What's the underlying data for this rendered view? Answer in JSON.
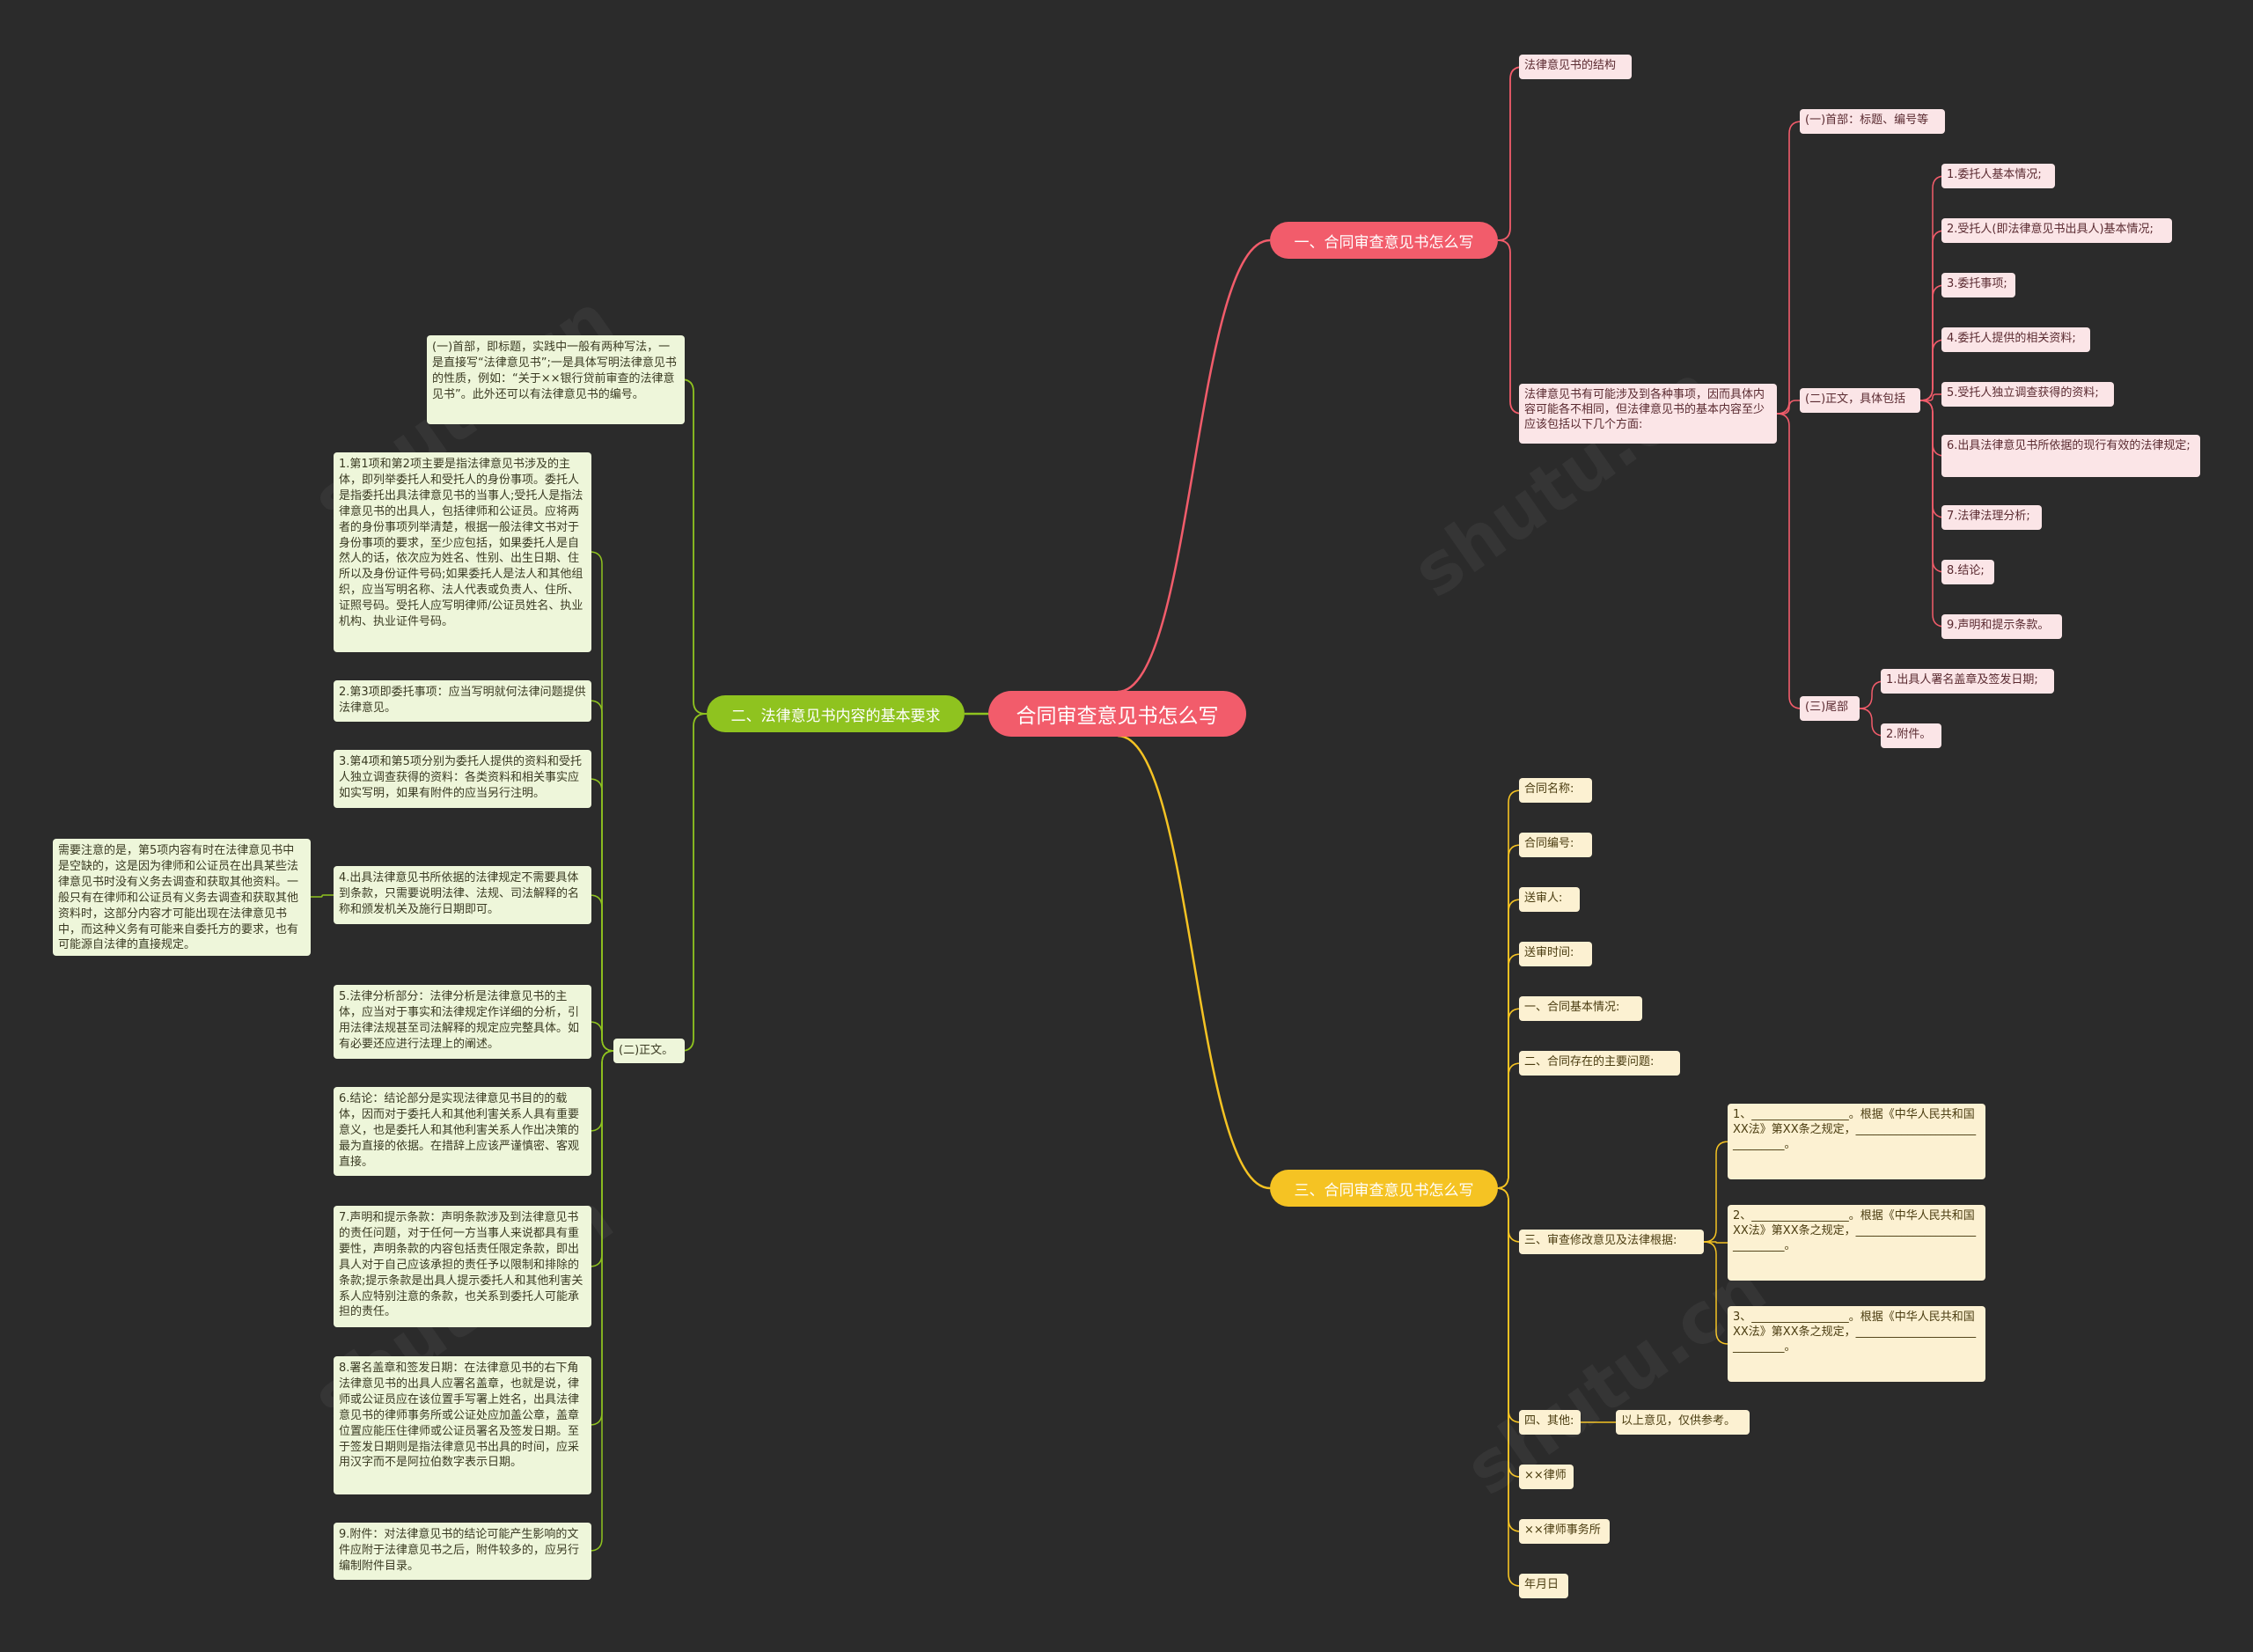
{
  "root": "合同审查意见书怎么写",
  "b1": {
    "label": "一、合同审查意见书怎么写",
    "structure": "法律意见书的结构",
    "intro": "法律意见书有可能涉及到各种事项，因而具体内容可能各不相同，但法律意见书的基本内容至少应该包括以下几个方面:",
    "head": "(一)首部：标题、编号等",
    "body": "(二)正文，具体包括",
    "items": [
      "1.委托人基本情况;",
      "2.受托人(即法律意见书出具人)基本情况;",
      "3.委托事项;",
      "4.委托人提供的相关资料;",
      "5.受托人独立调查获得的资料;",
      "6.出具法律意见书所依据的现行有效的法律规定;",
      "7.法律法理分析;",
      "8.结论;",
      "9.声明和提示条款。"
    ],
    "tail": "(三)尾部",
    "tail_items": [
      "1.出具人署名盖章及签发日期;",
      "2.附件。"
    ]
  },
  "b2": {
    "label": "二、法律意见书内容的基本要求",
    "head_note": "(一)首部，即标题，实践中一般有两种写法，一是直接写“法律意见书”;一是具体写明法律意见书的性质，例如：“关于××银行贷前审查的法律意见书”。此外还可以有法律意见书的编号。",
    "body_label": "(二)正文。",
    "notes": [
      "1.第1项和第2项主要是指法律意见书涉及的主体，即列举委托人和受托人的身份事项。委托人是指委托出具法律意见书的当事人;受托人是指法律意见书的出具人，包括律师和公证员。应将两者的身份事项列举清楚，根据一般法律文书对于身份事项的要求，至少应包括，如果委托人是自然人的话，依次应为姓名、性别、出生日期、住所以及身份证件号码;如果委托人是法人和其他组织，应当写明名称、法人代表或负责人、住所、证照号码。受托人应写明律师/公证员姓名、执业机构、执业证件号码。",
      "2.第3项即委托事项：应当写明就何法律问题提供法律意见。",
      "3.第4项和第5项分别为委托人提供的资料和受托人独立调查获得的资料：各类资料和相关事实应如实写明，如果有附件的应当另行注明。",
      "4.出具法律意见书所依据的法律规定不需要具体到条款，只需要说明法律、法规、司法解释的名称和颁发机关及施行日期即可。",
      "5.法律分析部分：法律分析是法律意见书的主体，应当对于事实和法律规定作详细的分析，引用法律法规甚至司法解释的规定应完整具体。如有必要还应进行法理上的阐述。",
      "6.结论：结论部分是实现法律意见书目的的载体，因而对于委托人和其他利害关系人具有重要意义，也是委托人和其他利害关系人作出决策的最为直接的依据。在措辞上应该严谨慎密、客观直接。",
      "7.声明和提示条款：声明条款涉及到法律意见书的责任问题，对于任何一方当事人来说都具有重要性，声明条款的内容包括责任限定条款，即出具人对于自己应该承担的责任予以限制和排除的条款;提示条款是出具人提示委托人和其他利害关系人应特别注意的条款，也关系到委托人可能承担的责任。",
      "8.署名盖章和签发日期：在法律意见书的右下角法律意见书的出具人应署名盖章，也就是说，律师或公证员应在该位置手写署上姓名，出具法律意见书的律师事务所或公证处应加盖公章，盖章位置应能压住律师或公证员署名及签发日期。至于签发日期则是指法律意见书出具的时间，应采用汉字而不是阿拉伯数字表示日期。",
      "9.附件：对法律意见书的结论可能产生影响的文件应附于法律意见书之后，附件较多的，应另行编制附件目录。"
    ],
    "side_note": "需要注意的是，第5项内容有时在法律意见书中是空缺的，这是因为律师和公证员在出具某些法律意见书时没有义务去调查和获取其他资料。一般只有在律师和公证员有义务去调查和获取其他资料时，这部分内容才可能出现在法律意见书中，而这种义务有可能来自委托方的要求，也有可能源自法律的直接规定。"
  },
  "b3": {
    "label": "三、合同审查意见书怎么写",
    "items": [
      "合同名称:",
      "合同编号:",
      "送审人:",
      "送审时间:",
      "一、合同基本情况:",
      "二、合同存在的主要问题:",
      "三、审查修改意见及法律根据:",
      "四、其他:",
      "××律师",
      "××律师事务所",
      "年月日"
    ],
    "basis": [
      "1、_________________。根据《中华人民共和国XX法》第XX条之规定，______________________________。",
      "2、_________________。根据《中华人民共和国XX法》第XX条之规定，______________________________。",
      "3、_________________。根据《中华人民共和国XX法》第XX条之规定，______________________________。"
    ],
    "other_note": "以上意见，仅供参考。"
  },
  "colors": {
    "background": "#2b2b2b",
    "red": "#f25c6b",
    "green": "#8fc31f",
    "yellow": "#f5c323"
  },
  "watermark": "shutu.cn"
}
